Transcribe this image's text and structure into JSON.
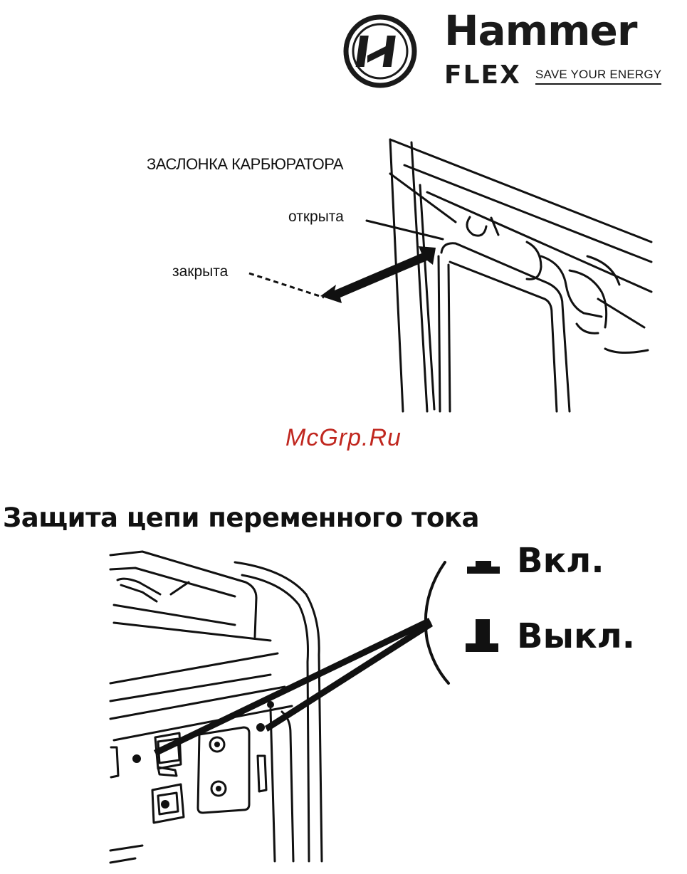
{
  "logo": {
    "brand": "Hammer",
    "sub": "FLEX",
    "tagline": "SAVE YOUR ENERGY"
  },
  "carburetor_figure": {
    "label_choke": "ЗАСЛОНКА КАРБЮРАТОРА",
    "label_open": "открыта",
    "label_closed": "закрыта"
  },
  "watermark": "McGrp.Ru",
  "ac_protection": {
    "title": "Защита цепи переменного тока",
    "label_on": "Вкл.",
    "label_off": "Выкл."
  }
}
